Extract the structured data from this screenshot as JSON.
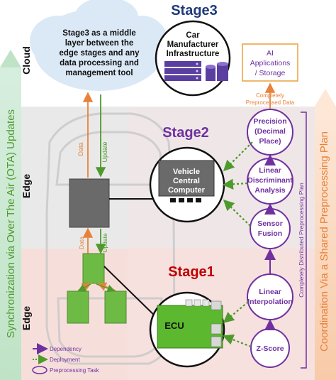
{
  "stages": {
    "stage3": "Stage3",
    "stage2": "Stage2",
    "stage1": "Stage1"
  },
  "layers": {
    "cloud": "Cloud",
    "edge_upper": "Edge",
    "edge_lower": "Edge"
  },
  "side_labels": {
    "left": "Synchronization via Over The Air (OTA) Updates",
    "right": "Coordination Via a Shared Preprocessing Plan",
    "bracket": "Completely Distributed Preprocessing Plan"
  },
  "cloud_text": [
    "Stage3 as a middle",
    "layer between the",
    "edge stages and any",
    "data processing and",
    "management tool"
  ],
  "car_infra": [
    "Car",
    "Manufacturer",
    "Infrastructure"
  ],
  "ai_apps": [
    "AI",
    "Applications",
    "/ Storage"
  ],
  "preprocessed_data": [
    "Completely",
    "Preprocessed Data"
  ],
  "tasks": {
    "precision": [
      "Precision",
      "(Decimal",
      "Place)"
    ],
    "lda": [
      "Linear",
      "Discriminant",
      "Analysis"
    ],
    "sensor_fusion": [
      "Sensor",
      "Fusion"
    ],
    "linear_interp": [
      "Linear",
      "Interpolation"
    ],
    "zscore": [
      "Z-Score"
    ]
  },
  "vcc": [
    "Vehicle",
    "Central",
    "Computer"
  ],
  "ecu": "ECU",
  "flow_labels": {
    "data": "Data",
    "update": "Update"
  },
  "legend": {
    "dependency": "Dependency",
    "deployment": "Deployment",
    "task": "Preprocessing Task"
  },
  "colors": {
    "purple": "#7030a0",
    "green": "#4e9a2c",
    "orange": "#e8823a",
    "box_green": "#6dbb45",
    "gray": "#707070"
  }
}
